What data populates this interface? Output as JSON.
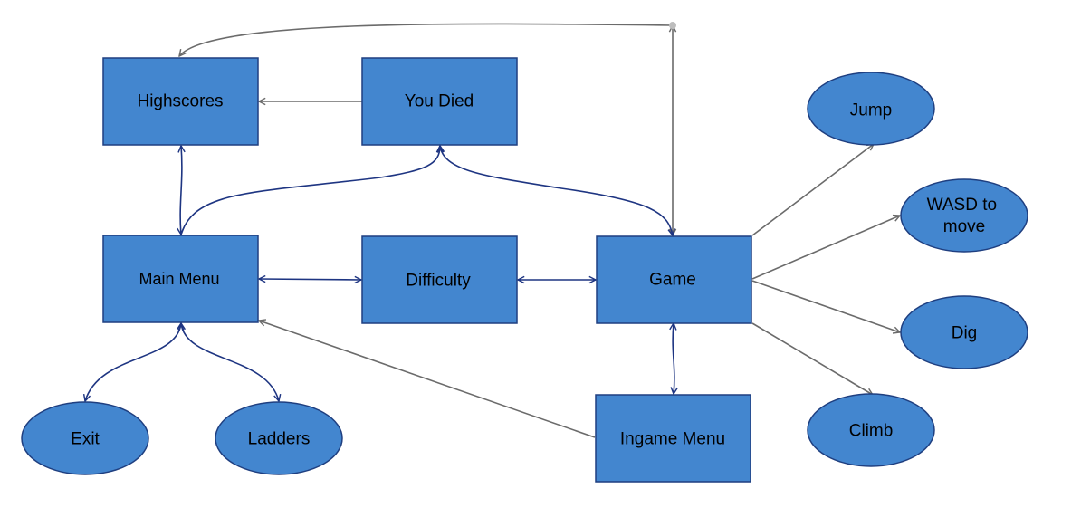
{
  "diagram": {
    "nodes": [
      {
        "id": "highscores",
        "label": "Highscores",
        "shape": "rect"
      },
      {
        "id": "you_died",
        "label": "You Died",
        "shape": "rect"
      },
      {
        "id": "main_menu",
        "label": "Main Menu",
        "shape": "rect"
      },
      {
        "id": "difficulty",
        "label": "Difficulty",
        "shape": "rect"
      },
      {
        "id": "game",
        "label": "Game",
        "shape": "rect"
      },
      {
        "id": "ingame_menu",
        "label": "Ingame Menu",
        "shape": "rect"
      },
      {
        "id": "exit",
        "label": "Exit",
        "shape": "ellipse"
      },
      {
        "id": "ladders",
        "label": "Ladders",
        "shape": "ellipse"
      },
      {
        "id": "jump",
        "label": "Jump",
        "shape": "ellipse"
      },
      {
        "id": "wasd",
        "label": "WASD to\nmove",
        "shape": "ellipse"
      },
      {
        "id": "dig",
        "label": "Dig",
        "shape": "ellipse"
      },
      {
        "id": "climb",
        "label": "Climb",
        "shape": "ellipse"
      }
    ],
    "edges": [
      {
        "from": "game",
        "to": "highscores",
        "direction": "both",
        "color": "gray"
      },
      {
        "from": "you_died",
        "to": "highscores",
        "direction": "forward",
        "color": "gray"
      },
      {
        "from": "highscores",
        "to": "main_menu",
        "direction": "both",
        "color": "navy"
      },
      {
        "from": "main_menu",
        "to": "you_died",
        "direction": "forward",
        "color": "navy"
      },
      {
        "from": "you_died",
        "to": "game",
        "direction": "both",
        "color": "navy"
      },
      {
        "from": "main_menu",
        "to": "difficulty",
        "direction": "both",
        "color": "navy"
      },
      {
        "from": "difficulty",
        "to": "game",
        "direction": "both",
        "color": "navy"
      },
      {
        "from": "game",
        "to": "ingame_menu",
        "direction": "both",
        "color": "navy"
      },
      {
        "from": "ingame_menu",
        "to": "main_menu",
        "direction": "forward",
        "color": "gray"
      },
      {
        "from": "main_menu",
        "to": "exit",
        "direction": "both",
        "color": "navy"
      },
      {
        "from": "main_menu",
        "to": "ladders",
        "direction": "both",
        "color": "navy"
      },
      {
        "from": "game",
        "to": "jump",
        "direction": "forward",
        "color": "gray"
      },
      {
        "from": "game",
        "to": "wasd",
        "direction": "forward",
        "color": "gray"
      },
      {
        "from": "game",
        "to": "dig",
        "direction": "forward",
        "color": "gray"
      },
      {
        "from": "game",
        "to": "climb",
        "direction": "forward",
        "color": "gray"
      }
    ]
  },
  "colors": {
    "node_fill": "#4386cf",
    "node_stroke": "#1f3f80",
    "edge_gray": "#6b6b6b",
    "edge_navy": "#1e3582"
  }
}
